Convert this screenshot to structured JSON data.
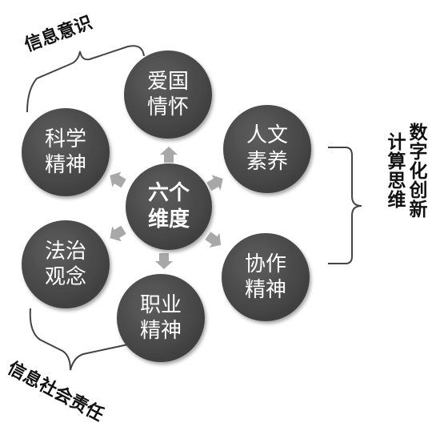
{
  "center": {
    "line1": "六个",
    "line2": "维度"
  },
  "nodes": [
    {
      "id": "patriotism",
      "line1": "爱国",
      "line2": "情怀"
    },
    {
      "id": "humanities",
      "line1": "人文",
      "line2": "素养"
    },
    {
      "id": "collaboration",
      "line1": "协作",
      "line2": "精神"
    },
    {
      "id": "professionalism",
      "line1": "职业",
      "line2": "精神"
    },
    {
      "id": "rule-of-law",
      "line1": "法治",
      "line2": "观念"
    },
    {
      "id": "science",
      "line1": "科学",
      "line2": "精神"
    }
  ],
  "groups": {
    "information_awareness": "信息意识",
    "information_social_responsibility": "信息社会责任",
    "digital_innovation_col1": "数字化创新",
    "digital_innovation_col2": "计算思维"
  },
  "colors": {
    "node_fill": "#4e4e4e",
    "arrow_fill": "#a8a8a8",
    "bracket_stroke": "#444444",
    "text_dark": "#111111",
    "text_light": "#ffffff"
  }
}
